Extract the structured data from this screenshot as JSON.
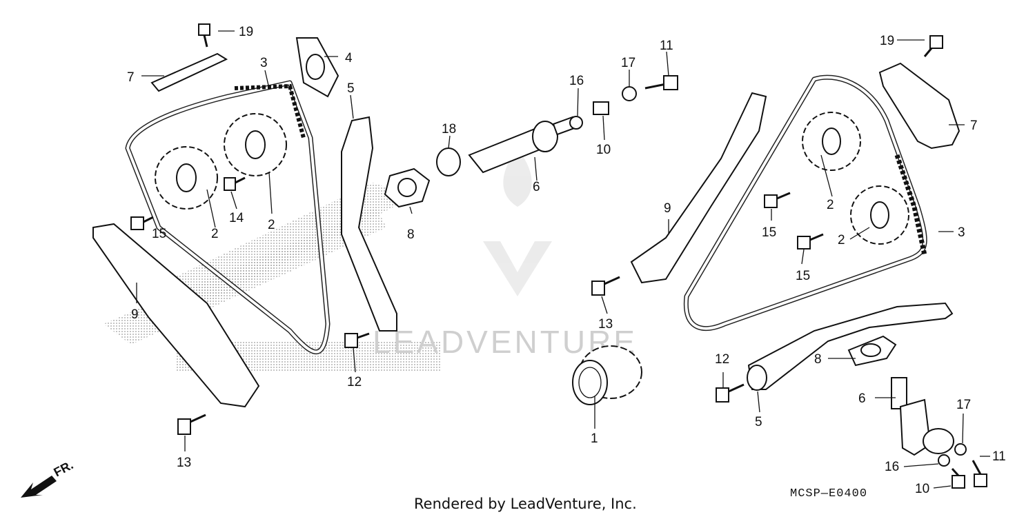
{
  "diagram": {
    "watermark_text": "LEADVENTURE",
    "footer_text": "Rendered by LeadVenture, Inc.",
    "diagram_code": "MCSP—E0400",
    "direction_label": "FR.",
    "callouts": {
      "c1": "1",
      "c2a": "2",
      "c2b": "2",
      "c2c": "2",
      "c2d": "2",
      "c3a": "3",
      "c3b": "3",
      "c4": "4",
      "c5a": "5",
      "c5b": "5",
      "c6a": "6",
      "c6b": "6",
      "c7a": "7",
      "c7b": "7",
      "c8a": "8",
      "c8b": "8",
      "c9a": "9",
      "c9b": "9",
      "c10a": "10",
      "c10b": "10",
      "c11a": "11",
      "c11b": "11",
      "c12a": "12",
      "c12b": "12",
      "c13a": "13",
      "c13b": "13",
      "c14": "14",
      "c15a": "15",
      "c15b": "15",
      "c15c": "15",
      "c16a": "16",
      "c16b": "16",
      "c17a": "17",
      "c17b": "17",
      "c18": "18",
      "c19a": "19",
      "c19b": "19"
    },
    "icons": {
      "direction": "arrow-left-down-icon",
      "logo": "leadventure-logo-icon"
    }
  }
}
